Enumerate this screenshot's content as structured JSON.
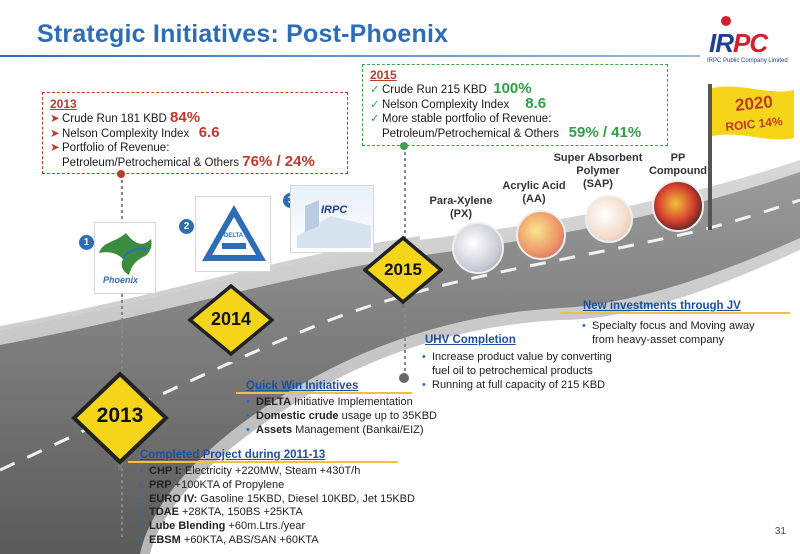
{
  "title": "Strategic Initiatives: Post-Phoenix",
  "logo": {
    "mark_a": "IR",
    "mark_b": "PC",
    "tagline": "IRPC Public Company Limited"
  },
  "box_2013": {
    "year": "2013",
    "items": [
      {
        "label": "Crude Run  181 KBD",
        "value": "84%"
      },
      {
        "label": "Nelson Complexity Index",
        "value": "6.6"
      },
      {
        "label": "Portfolio of  Revenue:",
        "value": ""
      },
      {
        "label": "Petroleum/Petrochemical & Others",
        "value": "76% / 24%"
      }
    ]
  },
  "box_2015": {
    "year": "2015",
    "items": [
      {
        "label": "Crude Run 215 KBD",
        "value": "100%"
      },
      {
        "label": "Nelson Complexity Index",
        "value": "8.6"
      },
      {
        "label": "More stable portfolio of Revenue:",
        "value": ""
      },
      {
        "label": "Petroleum/Petrochemical & Others",
        "value": "59% / 41%"
      }
    ]
  },
  "badges": [
    "1",
    "2",
    "3"
  ],
  "signs": {
    "s2013": "2013",
    "s2014": "2014",
    "s2015": "2015"
  },
  "flag": {
    "year": "2020",
    "roic": "ROIC 14%"
  },
  "products": [
    {
      "name": "Para-Xylene\n(PX)"
    },
    {
      "name": "Acrylic Acid\n(AA)"
    },
    {
      "name": "Super Absorbent\nPolymer\n(SAP)"
    },
    {
      "name": "PP\nCompound"
    }
  ],
  "jv": {
    "heading": "New investments through JV",
    "items": [
      "Specialty focus and Moving away",
      "from heavy-asset company"
    ]
  },
  "uhv": {
    "heading": "UHV Completion",
    "items": [
      "Increase product value by converting",
      "fuel oil to petrochemical products",
      "Running at full capacity of 215 KBD"
    ]
  },
  "quickwin": {
    "heading": "Quick Win Initiatives",
    "items": [
      {
        "bold": "DELTA",
        "rest": " Initiative Implementation"
      },
      {
        "bold": "Domestic crude",
        "rest": " usage up to 35KBD"
      },
      {
        "bold": "Assets",
        "rest": " Management (Bankai/EIZ)"
      }
    ]
  },
  "completed": {
    "heading": "Completed Project during 2011-13",
    "items": [
      {
        "bold": "CHP I:",
        "rest": " Electricity +220MW, Steam +430T/h"
      },
      {
        "bold": "PRP",
        "rest": " +100KTA of Propylene"
      },
      {
        "bold": "EURO IV:",
        "rest": " Gasoline 15KBD, Diesel 10KBD, Jet 15KBD"
      },
      {
        "bold": "TDAE",
        "rest": " +28KTA, 150BS +25KTA"
      },
      {
        "bold": "Lube Blending",
        "rest": " +60m.Ltrs./year"
      },
      {
        "bold": "EBSM",
        "rest": " +60KTA, ABS/SAN +60KTA"
      }
    ]
  },
  "pic_labels": {
    "phoenix": "Phoenix",
    "delta": "DELTA",
    "irpc": "IRPC"
  },
  "page_number": "31",
  "colors": {
    "title": "#2c6db5",
    "red": "#c0392b",
    "green": "#2ea043",
    "sign": "#f5d51a"
  }
}
